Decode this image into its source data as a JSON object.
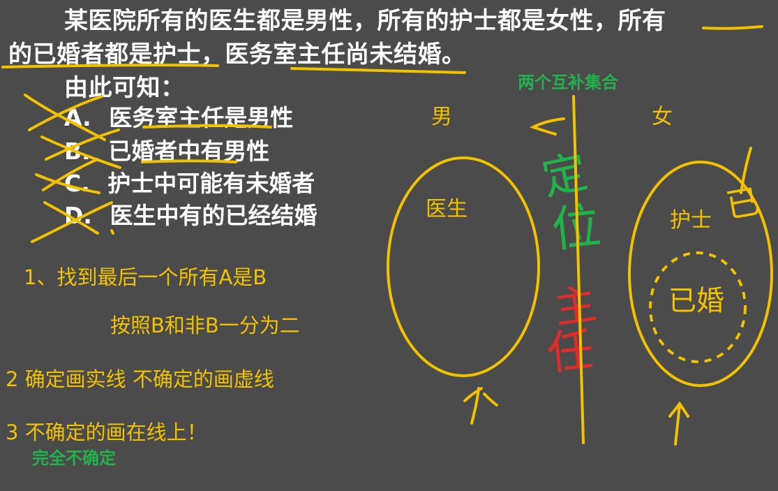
{
  "question": {
    "line1": "某医院所有的医生都是男性，所有的护士都是女性，所有",
    "line2": "的已婚者都是护士，医务室主任尚未结婚。",
    "line3": "由此可知："
  },
  "options": [
    {
      "letter": "A.",
      "text": "医务室主任是男性"
    },
    {
      "letter": "B.",
      "text": "已婚者中有男性"
    },
    {
      "letter": "C.",
      "text": "护士中可能有未婚者"
    },
    {
      "letter": "D.",
      "text": "医生中有的已经结婚"
    }
  ],
  "notes": {
    "step1": "1、找到最后一个所有A是B",
    "step1b": "按照B和非B一分为二",
    "step2": "2 确定画实线  不确定的画虚线",
    "step3": "3  不确定的画在线上！",
    "step3_note": "完全不确定"
  },
  "diagram": {
    "title": "两个互补集合",
    "left_label": "男",
    "right_label": "女",
    "left_set": "医生",
    "right_set": "护士",
    "inner_set": "已婚",
    "on_line_a": "定",
    "on_line_b": "位",
    "on_line_c": "主",
    "on_line_d": "任",
    "side_note": "已"
  },
  "colors": {
    "background": "#4b4b4b",
    "text": "#ffffff",
    "yellow": "#f2c200",
    "green": "#22b24c",
    "red": "#e02b2b"
  }
}
